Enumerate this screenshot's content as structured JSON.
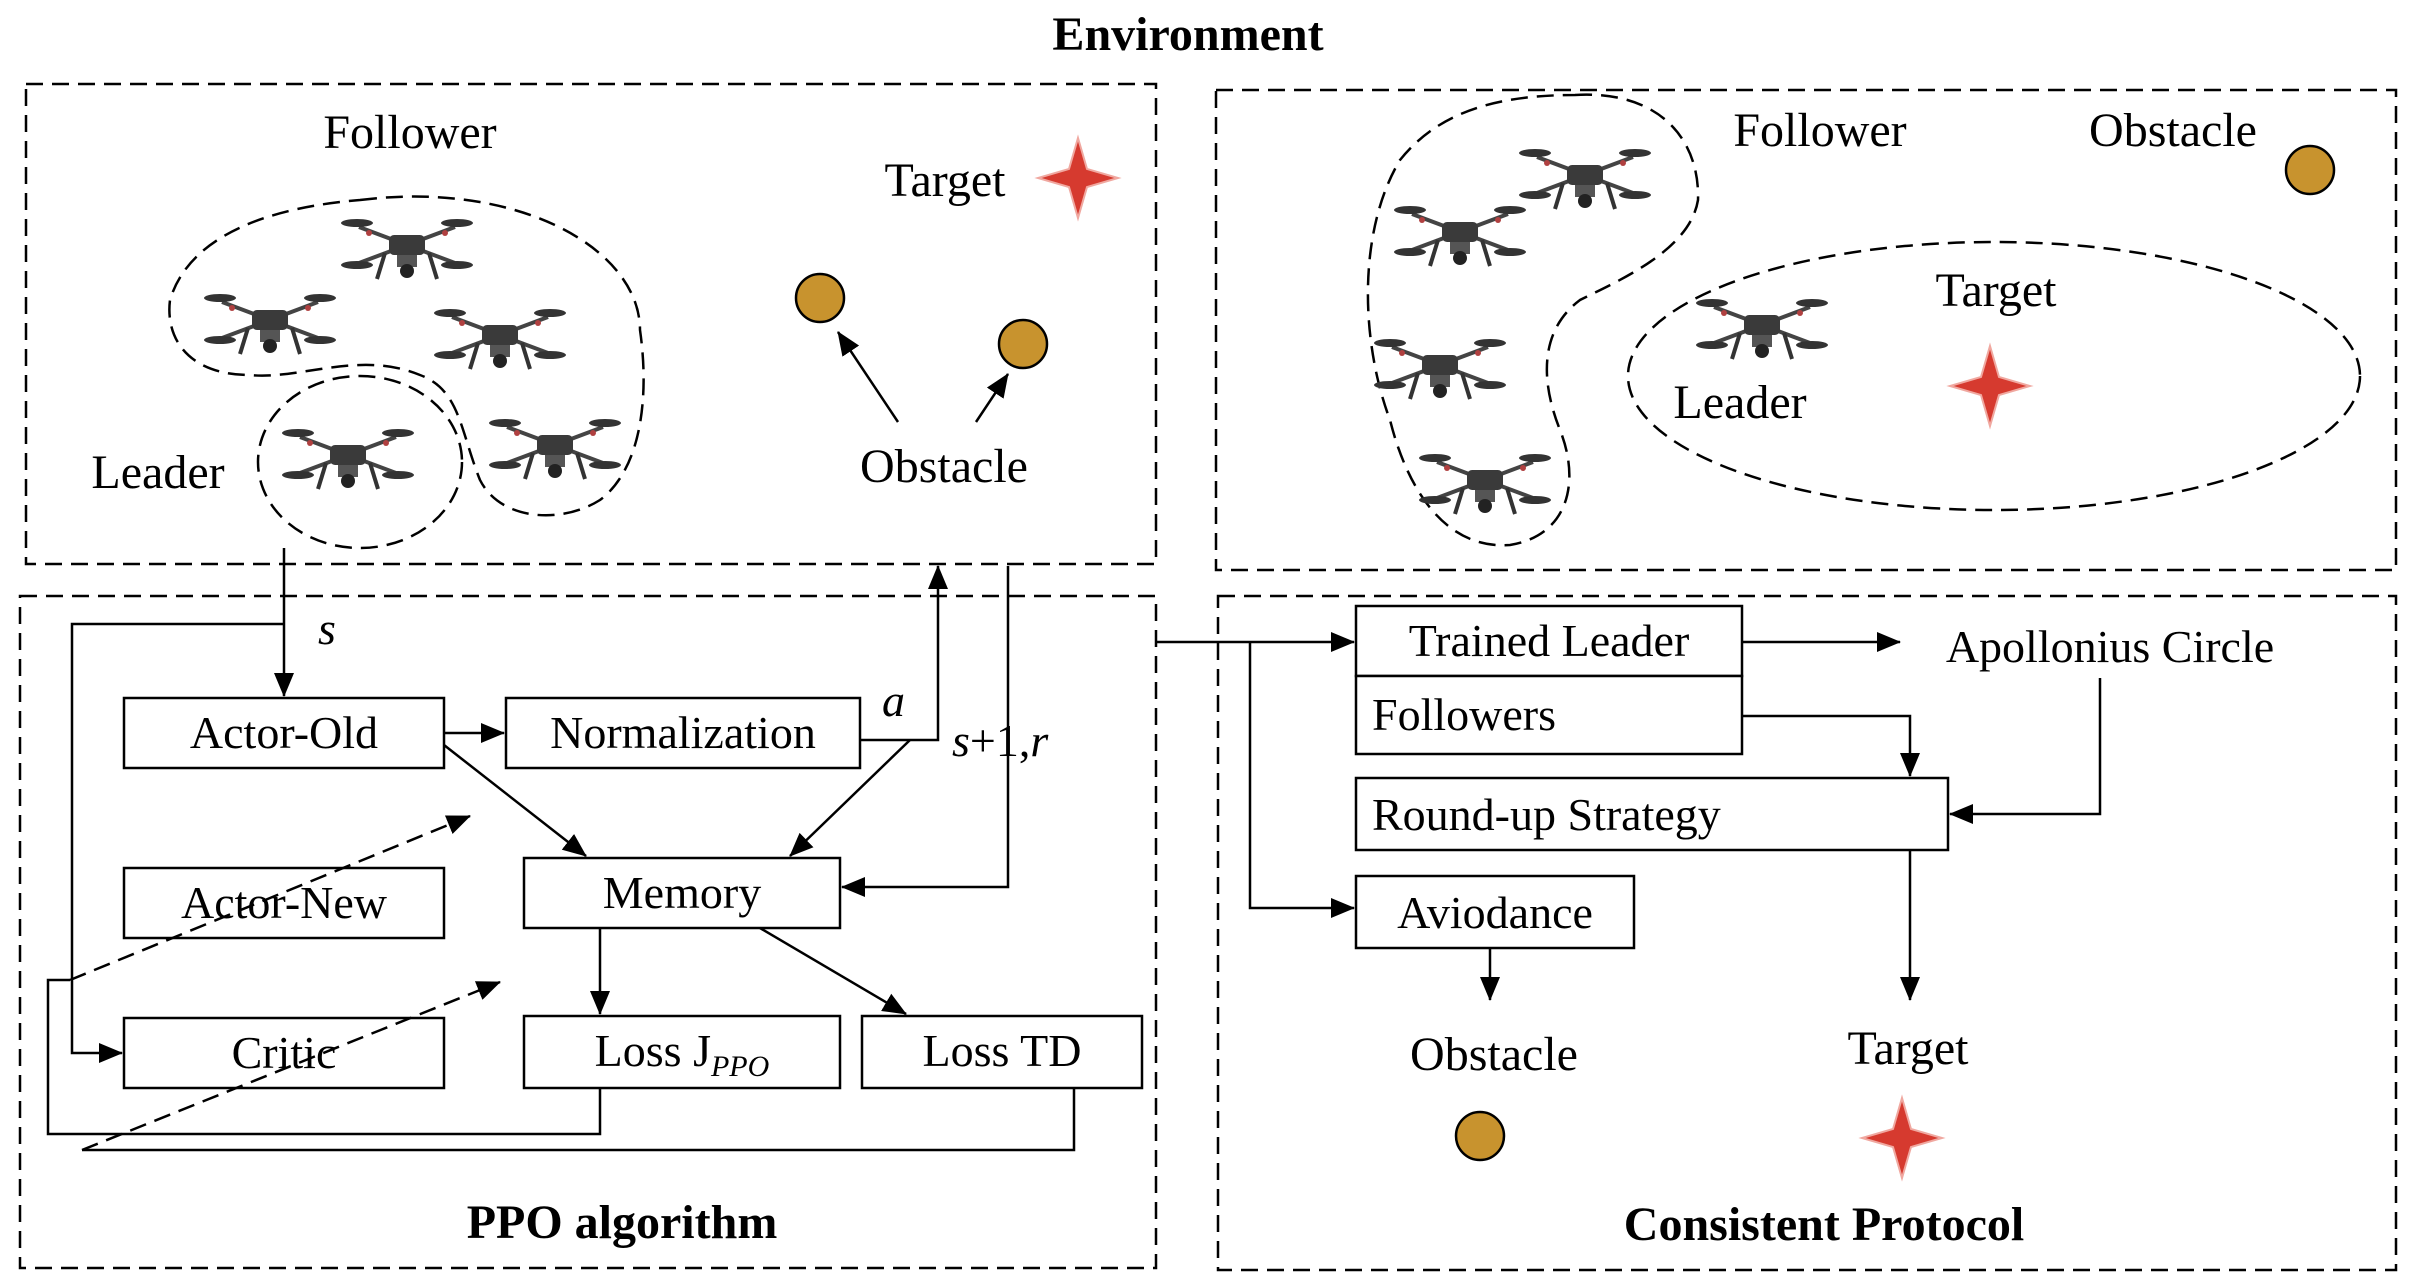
{
  "title": "Environment",
  "left_env": {
    "follower_label": "Follower",
    "leader_label": "Leader",
    "target_label": "Target",
    "obstacle_label": "Obstacle"
  },
  "right_env": {
    "follower_label": "Follower",
    "obstacle_label": "Obstacle",
    "target_label": "Target",
    "leader_label": "Leader"
  },
  "ppo": {
    "title": "PPO algorithm",
    "actor_old": "Actor-Old",
    "normalization": "Normalization",
    "actor_new": "Actor-New",
    "memory": "Memory",
    "critic": "Critic",
    "loss_ppo_prefix": "Loss J",
    "loss_ppo_sub": "PPO",
    "loss_td": "Loss TD",
    "label_s": "s",
    "label_a": "a",
    "label_next_s": "s",
    "label_next_plus": "+1,",
    "label_r": "r"
  },
  "protocol": {
    "title": "Consistent Protocol",
    "trained_leader": "Trained Leader",
    "followers": "Followers",
    "apollonius": "Apollonius Circle",
    "roundup": "Round-up Strategy",
    "avoidance": "Aviodance",
    "obstacle": "Obstacle",
    "target": "Target"
  },
  "colors": {
    "target_star": "#d63a2f",
    "obstacle_fill": "#c8932e",
    "drone_body": "#3a3a3a",
    "drone_accent": "#b04040"
  },
  "icons": {
    "target": "red-four-point-star-icon",
    "obstacle": "gold-circle-icon",
    "drone": "quadcopter-drone-icon"
  }
}
